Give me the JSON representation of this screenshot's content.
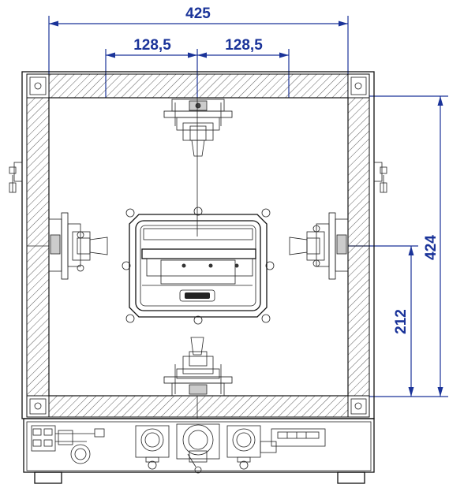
{
  "dimensions": {
    "overall_width": "425",
    "left_offset": "128,5",
    "right_offset": "128,5",
    "overall_height": "424",
    "half_height": "212"
  },
  "colors": {
    "dimension": "#1a3399",
    "outline": "#111111"
  }
}
